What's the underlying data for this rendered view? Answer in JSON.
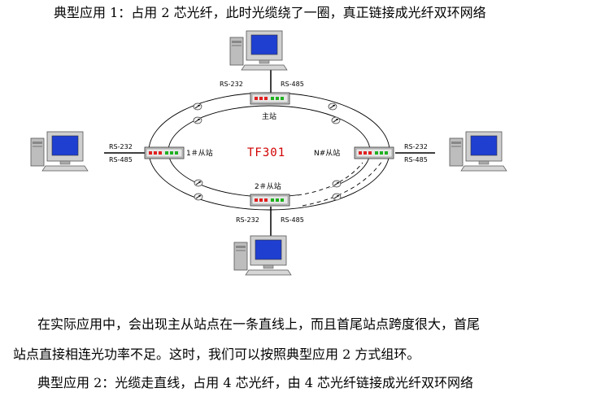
{
  "text": {
    "heading1": "典型应用 1：占用 2 芯光纤，此时光缆绕了一圈，真正链接成光纤双环网络",
    "para1": "在实际应用中，会出现主从站点在一条直线上，而且首尾站点跨度很大，首尾",
    "para2": "站点直接相连光功率不足。这时，我们可以按照典型应用 2 方式组环。",
    "heading2": "典型应用 2：光缆走直线，占用 4 芯光纤，由 4 芯光纤链接成光纤双环网络"
  },
  "diagram": {
    "center_label": "TF301",
    "master_label": "主站",
    "slave1_label": "1＃从站",
    "slaven_label": "N#从站",
    "slave2_label": "2＃从站",
    "rs232": "RS-232",
    "rs485": "RS-485"
  },
  "colors": {
    "center_label": "#d00000",
    "screen": "#1f3fd1",
    "device_body": "#c8c8c8",
    "led_red": "#e02020",
    "led_green": "#20b020"
  }
}
